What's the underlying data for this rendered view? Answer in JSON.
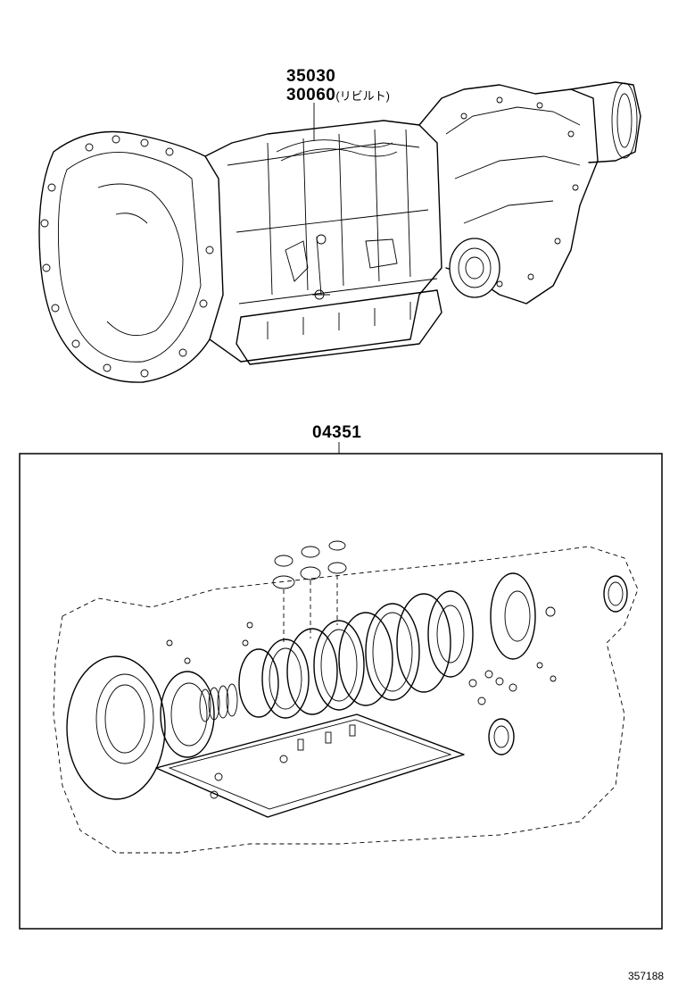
{
  "parts": {
    "assembly_part_1": "35030",
    "assembly_part_2": "30060",
    "assembly_part_2_note": "(リビルト)",
    "gasket_kit_part": "04351"
  },
  "figure_id": "357188"
}
